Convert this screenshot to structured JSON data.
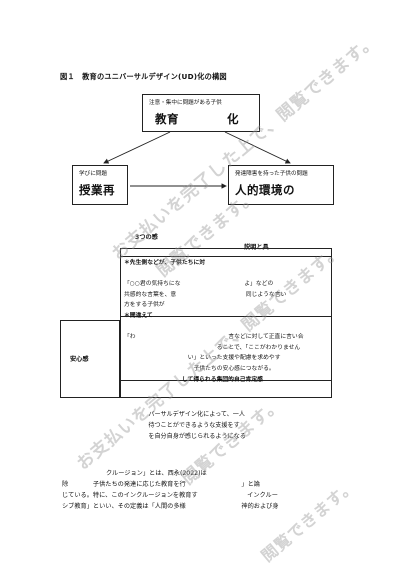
{
  "figure": {
    "title": "図１　教育のユニバーサルデザイン(UD)化の構図"
  },
  "boxes": {
    "top": {
      "sub": "注意・集中に問題がある子供",
      "main_left": "教育",
      "main_right": "化"
    },
    "left": {
      "sub": "学びに問題",
      "main": "授業再"
    },
    "right": {
      "sub": "発達障害を持った子供の問題",
      "main": "人的環境の"
    }
  },
  "section": {
    "title": "3つの感",
    "right_heading": "説明と具",
    "row_label": "安心感",
    "lines": [
      "＊先生側などが、子供たちに対",
      "",
      "「○○君の気持ちにな　　　　　　　　　　　よ」などの",
      "共感的な言葉を、意　　　　　　　　　　　　同じような言い",
      "方をする子供が",
      "＊間違えて",
      "",
      "「わ　　　　　　　　　　　　　　　　言などに対して正直に言い合",
      "　　　　　　　　　　　　　　　　ることで、「ここがわかりません",
      "　　　　　　　　　　　い」といった支援や配慮を求めやす",
      "　　　　　　　　　　　　子供たちの安心感につながる。",
      "　　　　　　　　　　して得られる集団的自己肯定感",
      "",
      "　　　　バーサルデザイン化によって、一人",
      "　　　　待つことができるような支援をす",
      "　　　　を自分自身が感じられるようになる"
    ]
  },
  "paragraph": {
    "lines": [
      "クルージョン」とは、西永(2022)は",
      "除　　　　子供たちの発達に応じた教育を行　　　　　　　　　」と論",
      "じている。特に、このインクルージョンを教育す　　　　　　　　インクルー",
      "シブ教育」といい、その定義は「人間の多様　　　　　　　　　神的および身"
    ]
  },
  "watermark": {
    "line1": "お支払いを完了した上で、閲覧できます。",
    "line2": "閲覧できます。"
  }
}
